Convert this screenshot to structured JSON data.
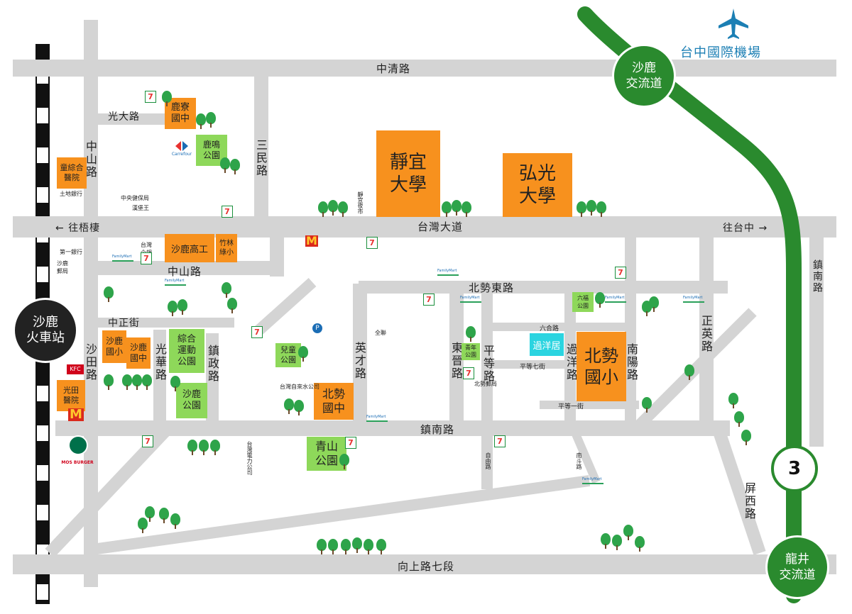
{
  "airport": {
    "label": "台中國際機場",
    "icon": "airplane-icon"
  },
  "highway": {
    "number": "3",
    "shalu_interchange": "沙鹿\n交流道",
    "longjing_interchange": "龍井\n交流道"
  },
  "station": {
    "label": "沙鹿\n火車站"
  },
  "roads": {
    "zhongqing": "中清路",
    "taiwan_blvd": "台灣大道",
    "to_wuqi": "往梧棲",
    "to_taichung": "往台中",
    "xiangshang": "向上路七段",
    "zhennan_h": "鎮南路",
    "zhennan_v": "鎮南路",
    "beishi_east": "北勢東路",
    "zhongshan_lower": "中山路",
    "zhongshan_upper": "中山路",
    "guangda": "光大路",
    "sanmin": "三民路",
    "zhongzheng": "中正街",
    "shatian": "沙田路",
    "guanghua": "光華路",
    "zhenzheng": "鎮政路",
    "yingcai": "英才路",
    "dongguan": "東晉路",
    "pingdeng": "平等路",
    "guoyang": "過洋路",
    "nanyang": "南陽路",
    "zhengying": "正英路",
    "pingxi": "屏西路",
    "liuhe": "六合路",
    "pingdeng7": "平等七街",
    "pingdeng1": "平等一街",
    "nandou": "南斗路",
    "ziyou": "自由路",
    "jingyi_night_market": "靜宜夜市"
  },
  "schools": {
    "providence": "靜宜\n大學",
    "hungkuang": "弘光\n大學",
    "luliao_jh": "鹿寮\n國中",
    "shalu_vs": "沙鹿高工",
    "beishi_jh": "北勢\n國中",
    "beishi_es": "北勢\n國小",
    "shalu_es": "沙鹿\n國小",
    "shalu_jh": "沙鹿\n國中",
    "children_hosp": "童綜合\n醫院",
    "guangtian_hosp": "光田\n醫院",
    "guoyang_ju": "過洋居"
  },
  "parks": {
    "luming": "鹿鳴\n公園",
    "zhulin": "竹林\n綠小",
    "sports_park": "綜合\n運動\n公園",
    "shalu_park": "沙鹿\n公園",
    "children_park": "兒童\n公園",
    "youth_park": "青年\n公園",
    "liufu_park": "六福\n公園",
    "qingshan_park": "青山\n公園"
  },
  "landmarks": {
    "carrefour": "Carrefour",
    "mos": "MOS BURGER",
    "kfc": "KFC",
    "tpu_bank": "中央健保局",
    "land_office": "土地銀行",
    "post_office": "沙鹿郵局",
    "first_bank": "第一銀行",
    "taiwan_bank": "台灣\n企銀",
    "water_office": "台灣自來水公司",
    "power_company": "台灣電力公司",
    "beishi_post": "北勢郵局",
    "hanbao": "漢堡王",
    "xu_lian": "全聯",
    "familymart": "FamilyMart",
    "seven": "7"
  },
  "icons": {
    "seven_eleven": "seven-eleven-icon",
    "familymart": "familymart-icon",
    "tree": "tree-icon",
    "mcdonalds": "mcdonalds-icon",
    "starbucks": "starbucks-icon",
    "parking": "parking-icon"
  },
  "colors": {
    "road": "#d4d4d4",
    "school": "#f7911e",
    "park": "#8ed85a",
    "highway": "#2a8a2e",
    "tree": "#2ea44a",
    "airport": "#1c7fb4",
    "rail": "#111111"
  }
}
